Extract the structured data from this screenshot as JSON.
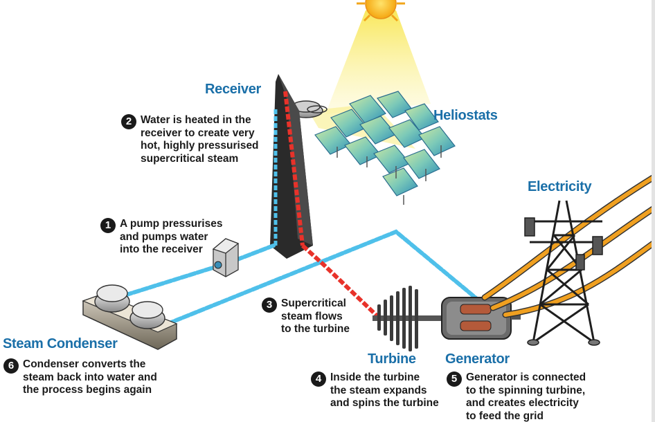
{
  "headings": {
    "receiver": "Receiver",
    "heliostats": "Heliostats",
    "electricity": "Electricity",
    "steam_condenser": "Steam Condenser",
    "turbine": "Turbine",
    "generator": "Generator"
  },
  "steps": [
    {
      "num": "1",
      "text": "A pump pressurises\nand pumps water\ninto the receiver"
    },
    {
      "num": "2",
      "text": "Water is heated in the\nreceiver to create very\nhot, highly pressurised\nsupercritical steam"
    },
    {
      "num": "3",
      "text": "Supercritical\nsteam flows\nto the turbine"
    },
    {
      "num": "4",
      "text": "Inside the turbine\nthe steam expands\nand spins the turbine"
    },
    {
      "num": "5",
      "text": "Generator is connected\nto the spinning turbine,\nand creates electricity\nto feed the grid"
    },
    {
      "num": "6",
      "text": "Condenser converts the\nsteam back into water and\nthe process begins again"
    }
  ],
  "colors": {
    "heading_blue": "#1a6fa8",
    "water_blue": "#4fc0ea",
    "steam_red": "#e8322a",
    "power_orange": "#f0a020",
    "sun_yellow": "#f7c51e"
  },
  "icons": [
    "sun-icon",
    "receiver-tower-icon",
    "heliostat-mirror-icon",
    "pump-icon",
    "condenser-icon",
    "turbine-icon",
    "generator-icon",
    "pylon-icon"
  ]
}
